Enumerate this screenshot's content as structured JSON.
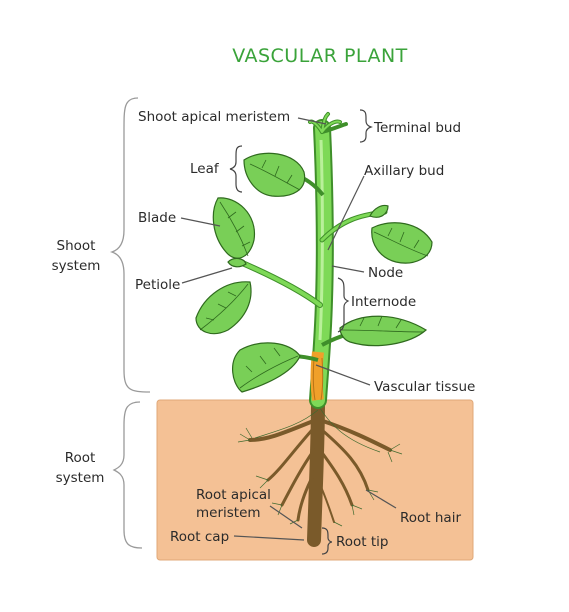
{
  "title": "VASCULAR PLANT",
  "colors": {
    "title": "#3aa33a",
    "soil": "#f4c195",
    "stem": "#7ed957",
    "stem_dark": "#3f8f2a",
    "leaf": "#79cf57",
    "leaf_dark": "#3d8e2c",
    "vascular": "#f0a02a",
    "root": "#c9a064"
  },
  "groups": {
    "shoot_system": [
      "Shoot",
      "system"
    ],
    "root_system": [
      "Root",
      "system"
    ]
  },
  "labels": {
    "shoot_apical_meristem": "Shoot apical meristem",
    "terminal_bud": "Terminal bud",
    "leaf": "Leaf",
    "axillary_bud": "Axillary bud",
    "blade": "Blade",
    "node": "Node",
    "petiole": "Petiole",
    "internode": "Internode",
    "vascular_tissue": "Vascular tissue",
    "root_apical_meristem": [
      "Root apical",
      "meristem"
    ],
    "root_hair": "Root hair",
    "root_cap": "Root cap",
    "root_tip": "Root tip"
  }
}
